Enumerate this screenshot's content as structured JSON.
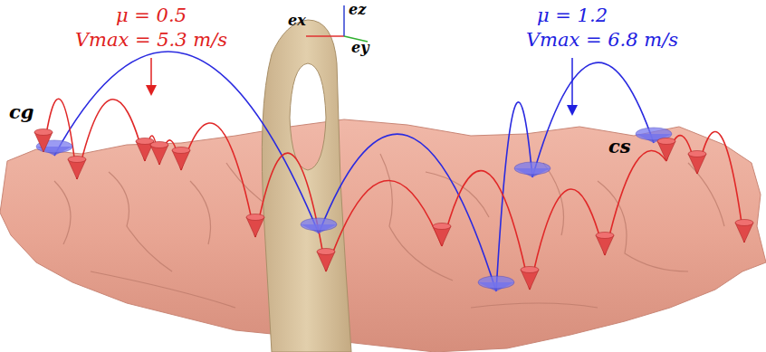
{
  "diagram": {
    "labels": [
      "μ = 0.5",
      "Vmax = 5.3 m/s",
      "μ = 1.2",
      "Vmax = 6.8 m/s",
      "ex",
      "ez",
      "ey",
      "cg",
      "cs"
    ]
  }
}
